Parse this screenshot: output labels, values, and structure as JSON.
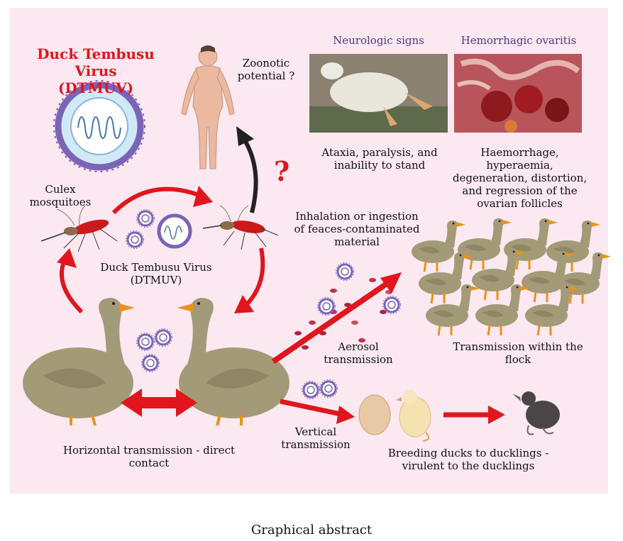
{
  "title": {
    "line1": "Duck Tembusu Virus",
    "line2": "(DTMUV)"
  },
  "labels": {
    "zoonotic": {
      "line1": "Zoonotic",
      "line2": "potential ?"
    },
    "question_mark": "?",
    "neuro_title": "Neurologic signs",
    "ovaritis_title": "Hemorrhagic ovaritis",
    "neuro_desc": {
      "line1": "Ataxia, paralysis, and",
      "line2": "inability to stand"
    },
    "ovaritis_desc": {
      "line1": "Haemorrhage, hyperaemia,",
      "line2": "degeneration, distortion,",
      "line3": "and regression of the",
      "line4": "ovarian follicles"
    },
    "culex": {
      "line1": "Culex",
      "line2": "mosquitoes"
    },
    "virus_mid": {
      "line1": "Duck Tembusu Virus",
      "line2": "(DTMUV)"
    },
    "inhalation": {
      "line1": "Inhalation or ingestion",
      "line2": "of feaces-contaminated",
      "line3": "material"
    },
    "aerosol": {
      "line1": "Aerosol",
      "line2": "transmission"
    },
    "flock": {
      "line1": "Transmission within the",
      "line2": "flock"
    },
    "horizontal": {
      "line1": "Horizontal transmission - direct",
      "line2": "contact"
    },
    "vertical": {
      "line1": "Vertical",
      "line2": "transmission"
    },
    "breeding": {
      "line1": "Breeding ducks to ducklings -",
      "line2": "virulent to the ducklings"
    }
  },
  "caption": "Graphical abstract",
  "colors": {
    "accent_red": "#e0161c",
    "panel_bg": "#fbe8f1",
    "purple_text": "#4b3a8c",
    "virus_purple": "#7a64b8",
    "duck_body": "#a39a78"
  },
  "icons": [
    "virus-icon",
    "human-figure-icon",
    "mosquito-icon",
    "duck-icon",
    "egg-icon",
    "duckling-icon"
  ]
}
